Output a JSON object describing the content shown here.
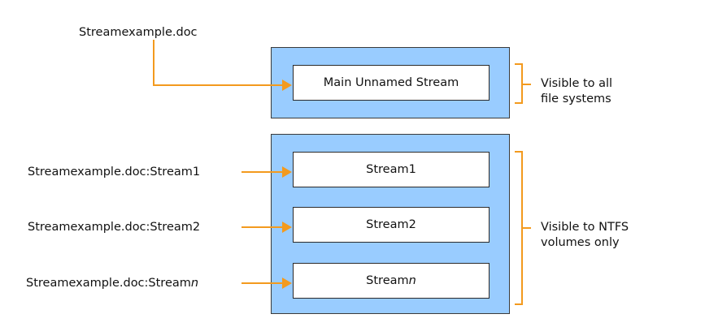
{
  "files": {
    "main": "Streamexample.doc",
    "stream1": "Streamexample.doc:Stream1",
    "stream2": "Streamexample.doc:Stream2",
    "streamn_prefix": "Streamexample.doc:Stream",
    "streamn_suffix": "n"
  },
  "streams": {
    "main": "Main Unnamed Stream",
    "s1": "Stream1",
    "s2": "Stream2",
    "sn_prefix": "Stream",
    "sn_suffix": "n"
  },
  "notes": {
    "all_line1": "Visible to all",
    "all_line2": "file systems",
    "ntfs_line1": "Visible to NTFS",
    "ntfs_line2": "volumes only"
  },
  "colors": {
    "container_fill": "#99ccff",
    "arrow": "#f39a1e",
    "border": "#2a2a2a"
  }
}
